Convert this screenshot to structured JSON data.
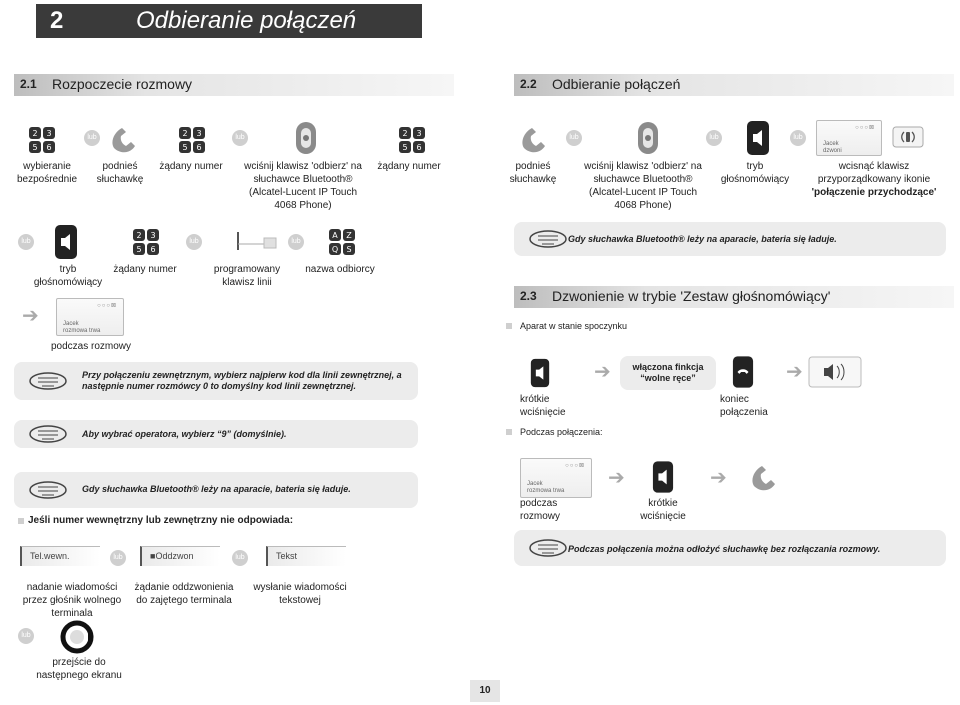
{
  "chapter": {
    "number": "2",
    "title": "Odbieranie połączeń"
  },
  "sec21": {
    "number": "2.1",
    "title": "Rozpoczecie rozmowy"
  },
  "sec22": {
    "number": "2.2",
    "title": "Odbieranie połączeń"
  },
  "sec23": {
    "number": "2.3",
    "title": "Dzwonienie w trybie 'Zestaw głośnomówiący'"
  },
  "lub": "lub",
  "row1": {
    "wybieranie": "wybieranie bezpośrednie",
    "podnies": "podnieś słuchawkę",
    "zadany1": "żądany numer",
    "wcisnij": "wciśnij klawisz 'odbierz' na słuchawce Bluetooth® (Alcatel-Lucent IP Touch 4068 Phone)",
    "zadany2": "żądany numer"
  },
  "row2": {
    "tryb": "tryb głośnomówiący",
    "zadany": "żądany numer",
    "programowany": "programowany klawisz linii",
    "nazwa": "nazwa odbiorcy"
  },
  "screen_jacek": {
    "dots": "○○○⊠",
    "line1": "Jacek",
    "line2": "rozmowa trwa"
  },
  "screen_dzwoni": {
    "dots": "○○○⊠",
    "line1": "Jacek",
    "line2": "dzwoni"
  },
  "podczas_rozmowy": "podczas rozmowy",
  "note_zewn": "Przy połączeniu zewnętrznym, wybierz najpierw kod dla linii zewnętrznej, a następnie numer rozmówcy 0 to domyślny kod linii zewnętrznej.",
  "note_operator": "Aby wybrać operatora, wybierz “9” (domyślnie).",
  "note_bt_left": "Gdy słuchawka Bluetooth® leży na aparacie, bateria się ładuje.",
  "jesli": "Jeśli numer wewnętrzny lub zewnętrzny nie odpowiada:",
  "softkeys": {
    "tel": "Tel.wewn.",
    "oddzwon": "Oddzwon",
    "tekst": "Tekst"
  },
  "softkey_labels": {
    "nadanie": "nadanie wiadomości przez głośnik wolnego terminala",
    "zadanie": "żądanie oddzwonienia do zajętego terminala",
    "wyslanie": "wysłanie wiadomości tekstowej"
  },
  "przejscie": "przejście do następnego ekranu",
  "right22": {
    "podnies": "podnieś słuchawkę",
    "wcisnij": "wciśnij klawisz 'odbierz' na słuchawce Bluetooth® (Alcatel-Lucent IP Touch 4068 Phone)",
    "tryb": "tryb głośnomówiący",
    "wcisnac_1": "wcisnąć klawisz przyporządkowany ikonie",
    "wcisnac_2": "'połączenie przychodzące'"
  },
  "note_bt_right": "Gdy słuchawka Bluetooth® leży na aparacie, bateria się ładuje.",
  "aparat": "Aparat w stanie spoczynku",
  "wlaczona": "włączona finkcja “wolne ręce”",
  "krotkie1": "krótkie wciśnięcie",
  "koniec": "koniec połączenia",
  "podczas_pol": "Podczas połączenia:",
  "podczas_rozmowy2": "podczas rozmowy",
  "krotkie2": "krótkie wciśnięcie",
  "note_odloz": "Podczas połączenia można odłożyć słuchawkę bez  rozłączania rozmowy.",
  "page_number": "10"
}
